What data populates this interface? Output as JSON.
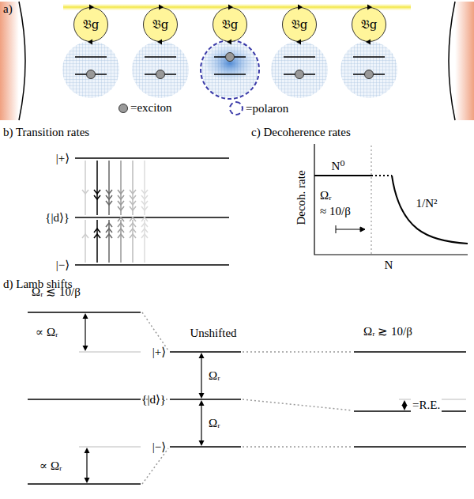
{
  "diagram": {
    "nodes": [
      {
        "text": [
          "𝔅g"
        ]
      },
      {
        "text": [
          "𝔅g"
        ]
      },
      {
        "text": [
          "𝔅g"
        ]
      },
      {
        "text": [
          "𝔅g"
        ]
      },
      {
        "text": [
          "𝔅g"
        ]
      }
    ],
    "labels": [
      "a)",
      "b) Transition rates",
      "|+⟩",
      "{|d⟩}",
      "|−⟩",
      "c) Decoherence rates",
      "Decoh. rate",
      "N⁰",
      "Ωᵣ",
      "≈ 10/β",
      "1/N²",
      "N",
      "d) Lamb shifts",
      "Ωᵣ ≲ 10/β",
      "∝ Ωᵣ",
      "∝ Ωᵣ",
      "|+⟩",
      "{|d⟩}",
      "|−⟩",
      "Unshifted",
      "Ωᵣ",
      "Ωᵣ",
      "Ωᵣ ≳ 10/β",
      "=R.E."
    ],
    "legend": [
      {
        "text": "=exciton",
        "color": "#9a9a9a"
      },
      {
        "text": "=polaron"
      }
    ]
  }
}
